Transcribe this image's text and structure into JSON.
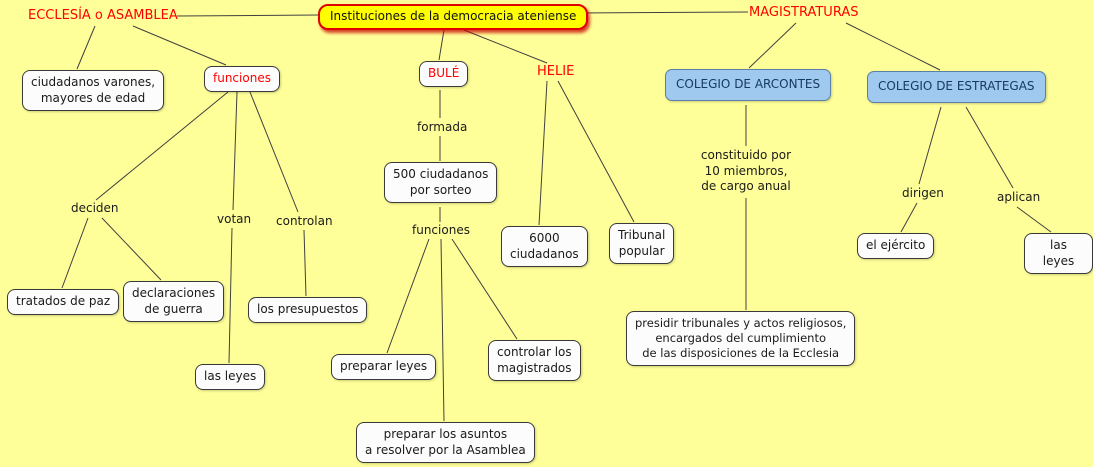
{
  "title": {
    "label": "Instituciones de la democracia ateniense"
  },
  "headings": {
    "ecclesia": "ECCLESÍA o ASAMBLEA",
    "magistraturas": "MAGISTRATURAS"
  },
  "nodes": {
    "ciudadanos": "ciudadanos varones,\nmayores de edad",
    "funciones_ecclesia": "funciones",
    "bule": "BULÉ",
    "helie": "HELIE",
    "colegio_arcontes": "COLEGIO DE ARCONTES",
    "colegio_estrategas": "COLEGIO DE ESTRATEGAS",
    "formada": "formada",
    "quinientos_ciudadanos": "500 ciudadanos\npor sorteo",
    "deciden": "deciden",
    "votan": "votan",
    "controlan": "controlan",
    "funciones_bule": "funciones",
    "seis_mil_ciudadanos": "6000\nciudadanos",
    "tribunal_popular": "Tribunal\npopular",
    "constituido": "constituido por\n10 miembros,\nde cargo anual",
    "dirigen": "dirigen",
    "aplican": "aplican",
    "el_ejercito": "el ejército",
    "las_leyes_estrategas": "las leyes",
    "tratados_de_paz": "tratados de paz",
    "declaraciones_guerra": "declaraciones\nde guerra",
    "los_presupuestos": "los presupuestos",
    "preparar_leyes": "preparar leyes",
    "controlar_magistrados": "controlar los\nmagistrados",
    "presidir_tribunales": "presidir tribunales y actos religiosos,\nencargados del cumplimiento\nde las disposiciones de la Ecclesia",
    "las_leyes_votan": "las leyes",
    "preparar_asuntos": "preparar los asuntos\na resolver por la Asamblea"
  },
  "colors": {
    "background": "#FFFF99",
    "title_bg": "#FFFF00",
    "title_border": "#E00000",
    "red_text": "#FF0000",
    "blue_box_bg": "#9FC9EF",
    "blue_box_text": "#173A64",
    "white_box_bg": "#FCFCFC",
    "box_border": "#3A3A3A",
    "line_color": "#404040"
  }
}
